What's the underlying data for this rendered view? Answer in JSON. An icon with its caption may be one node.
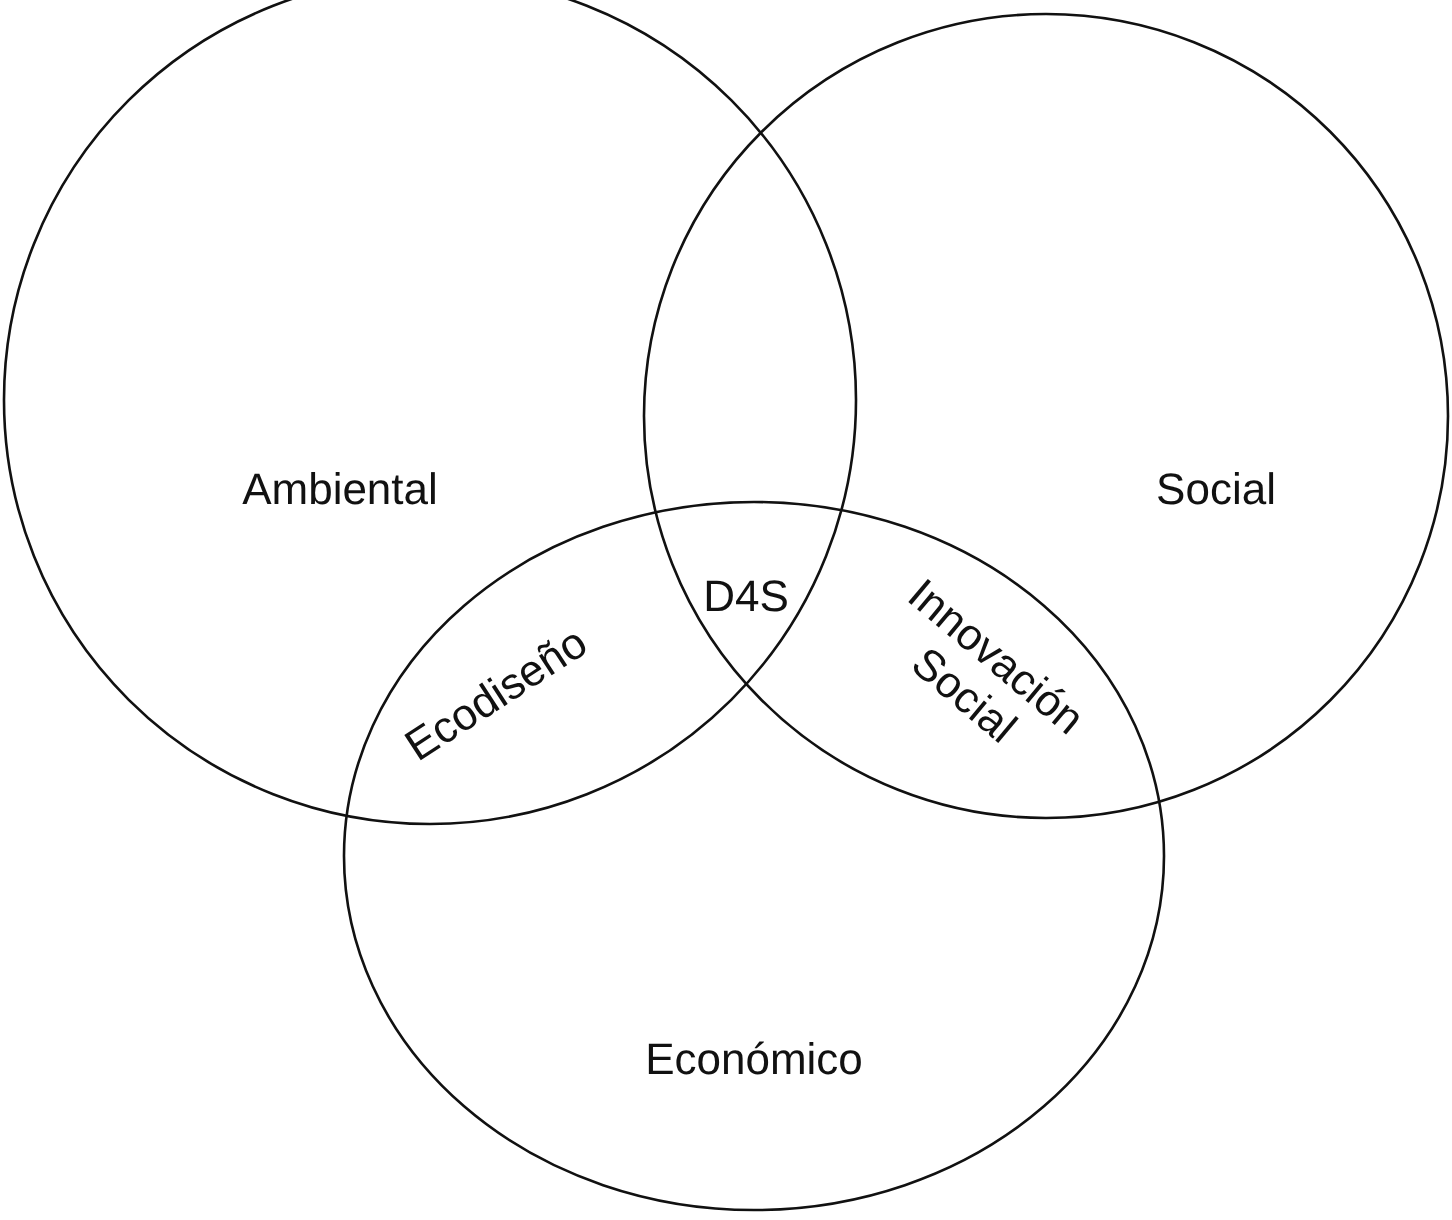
{
  "diagram": {
    "nodes": [
      {
        "text": [
          "Ambiental"
        ]
      },
      {
        "text": [
          "Social"
        ]
      },
      {
        "text": [
          "Económico"
        ]
      }
    ],
    "labels": [
      "D4S",
      "Ecodiseño",
      "Innovación Social"
    ]
  }
}
